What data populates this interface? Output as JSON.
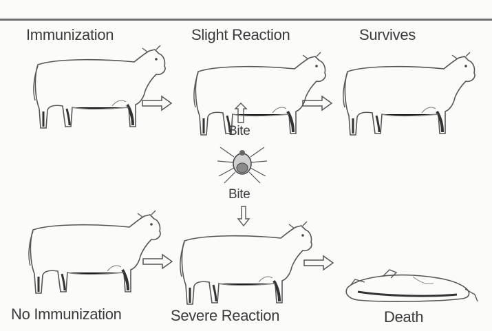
{
  "labels": {
    "immunization": "Immunization",
    "slight_reaction": "Slight Reaction",
    "survives": "Survives",
    "bite_top": "Bite",
    "bite_bottom": "Bite",
    "no_immunization": "No Immunization",
    "severe_reaction": "Severe Reaction",
    "death": "Death"
  },
  "colors": {
    "ink": "#3a3a3a",
    "line": "#555555",
    "background": "#fbfbfa"
  }
}
